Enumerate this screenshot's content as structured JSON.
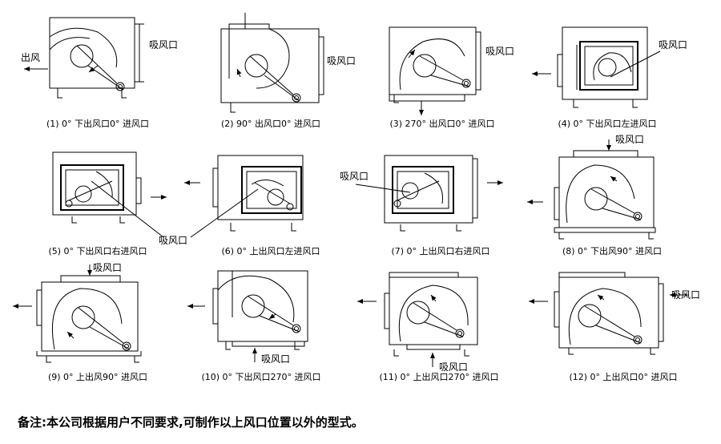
{
  "labels": {
    "outlet": "出风",
    "inlet": "吸风口"
  },
  "captions": [
    "(1) 0°  下出风口0°  进风口",
    "(2) 90°  出风口0°  进风口",
    "(3) 270°  出风口0°  进风口",
    "(4) 0°  下出风口左进风口",
    "(5) 0°  下出风口右进风口",
    "(6) 0°  上出风口左进风口",
    "(7) 0°  上出风口右进风口",
    "(8) 0°  下出风90°  进风口",
    "(9) 0°  上出风90°  进风口",
    "(10) 0°  下出风口270°  进风口",
    "(11) 0°  上出风口270°  进风口",
    "(12) 0°  上出风口0°  进风口"
  ],
  "note": "备注:本公司根据用户不同要求,可制作以上风口位置以外的型式。"
}
